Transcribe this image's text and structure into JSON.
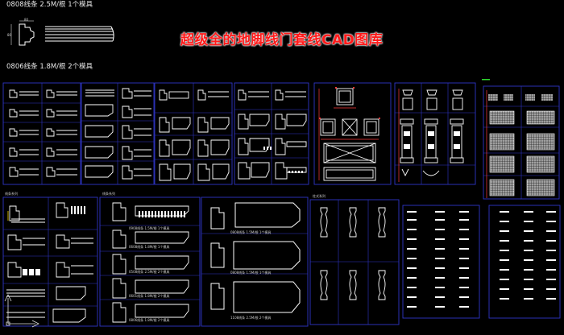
{
  "title": "超级全的地脚线门套线CAD图库",
  "colors": {
    "background": "#000000",
    "frame": "#2f35c8",
    "title_red": "#ff1a1a",
    "profile_white": "#ffffff",
    "dimension_red": "#ff3b3b",
    "dimension_yellow": "#e0c000",
    "green_mark": "#2bd62b"
  },
  "profile_0808": {
    "caption": "0808线条 2.5M/根 1个模具",
    "dim_top": "80",
    "dim_side": "80"
  },
  "profile_0806": {
    "caption": "0806线条 1.8M/根 2个模具"
  },
  "section_labels": {
    "panel_a": "线条系列",
    "panel_b": "线条系列",
    "panel_c": "柱式系列"
  },
  "profile_captions": {
    "b1": "0908线条 1.5M/根 1个模具",
    "b2": "0608线条 1.8M/根 1个模具",
    "b3": "0508线条 2.5M/根 2个模具",
    "b4": "0601线条 1.8M/根 2个模具",
    "b5": "0806线条 1.8M/根 2个模具",
    "c1": "0808线条 1.5M/根 1个模具",
    "c2": "0808线条 1.5M/根 1个模具",
    "c3": "1108线条 2.5M/根 2个模具"
  },
  "icons": {
    "ucs": "ucs-axis-icon"
  }
}
